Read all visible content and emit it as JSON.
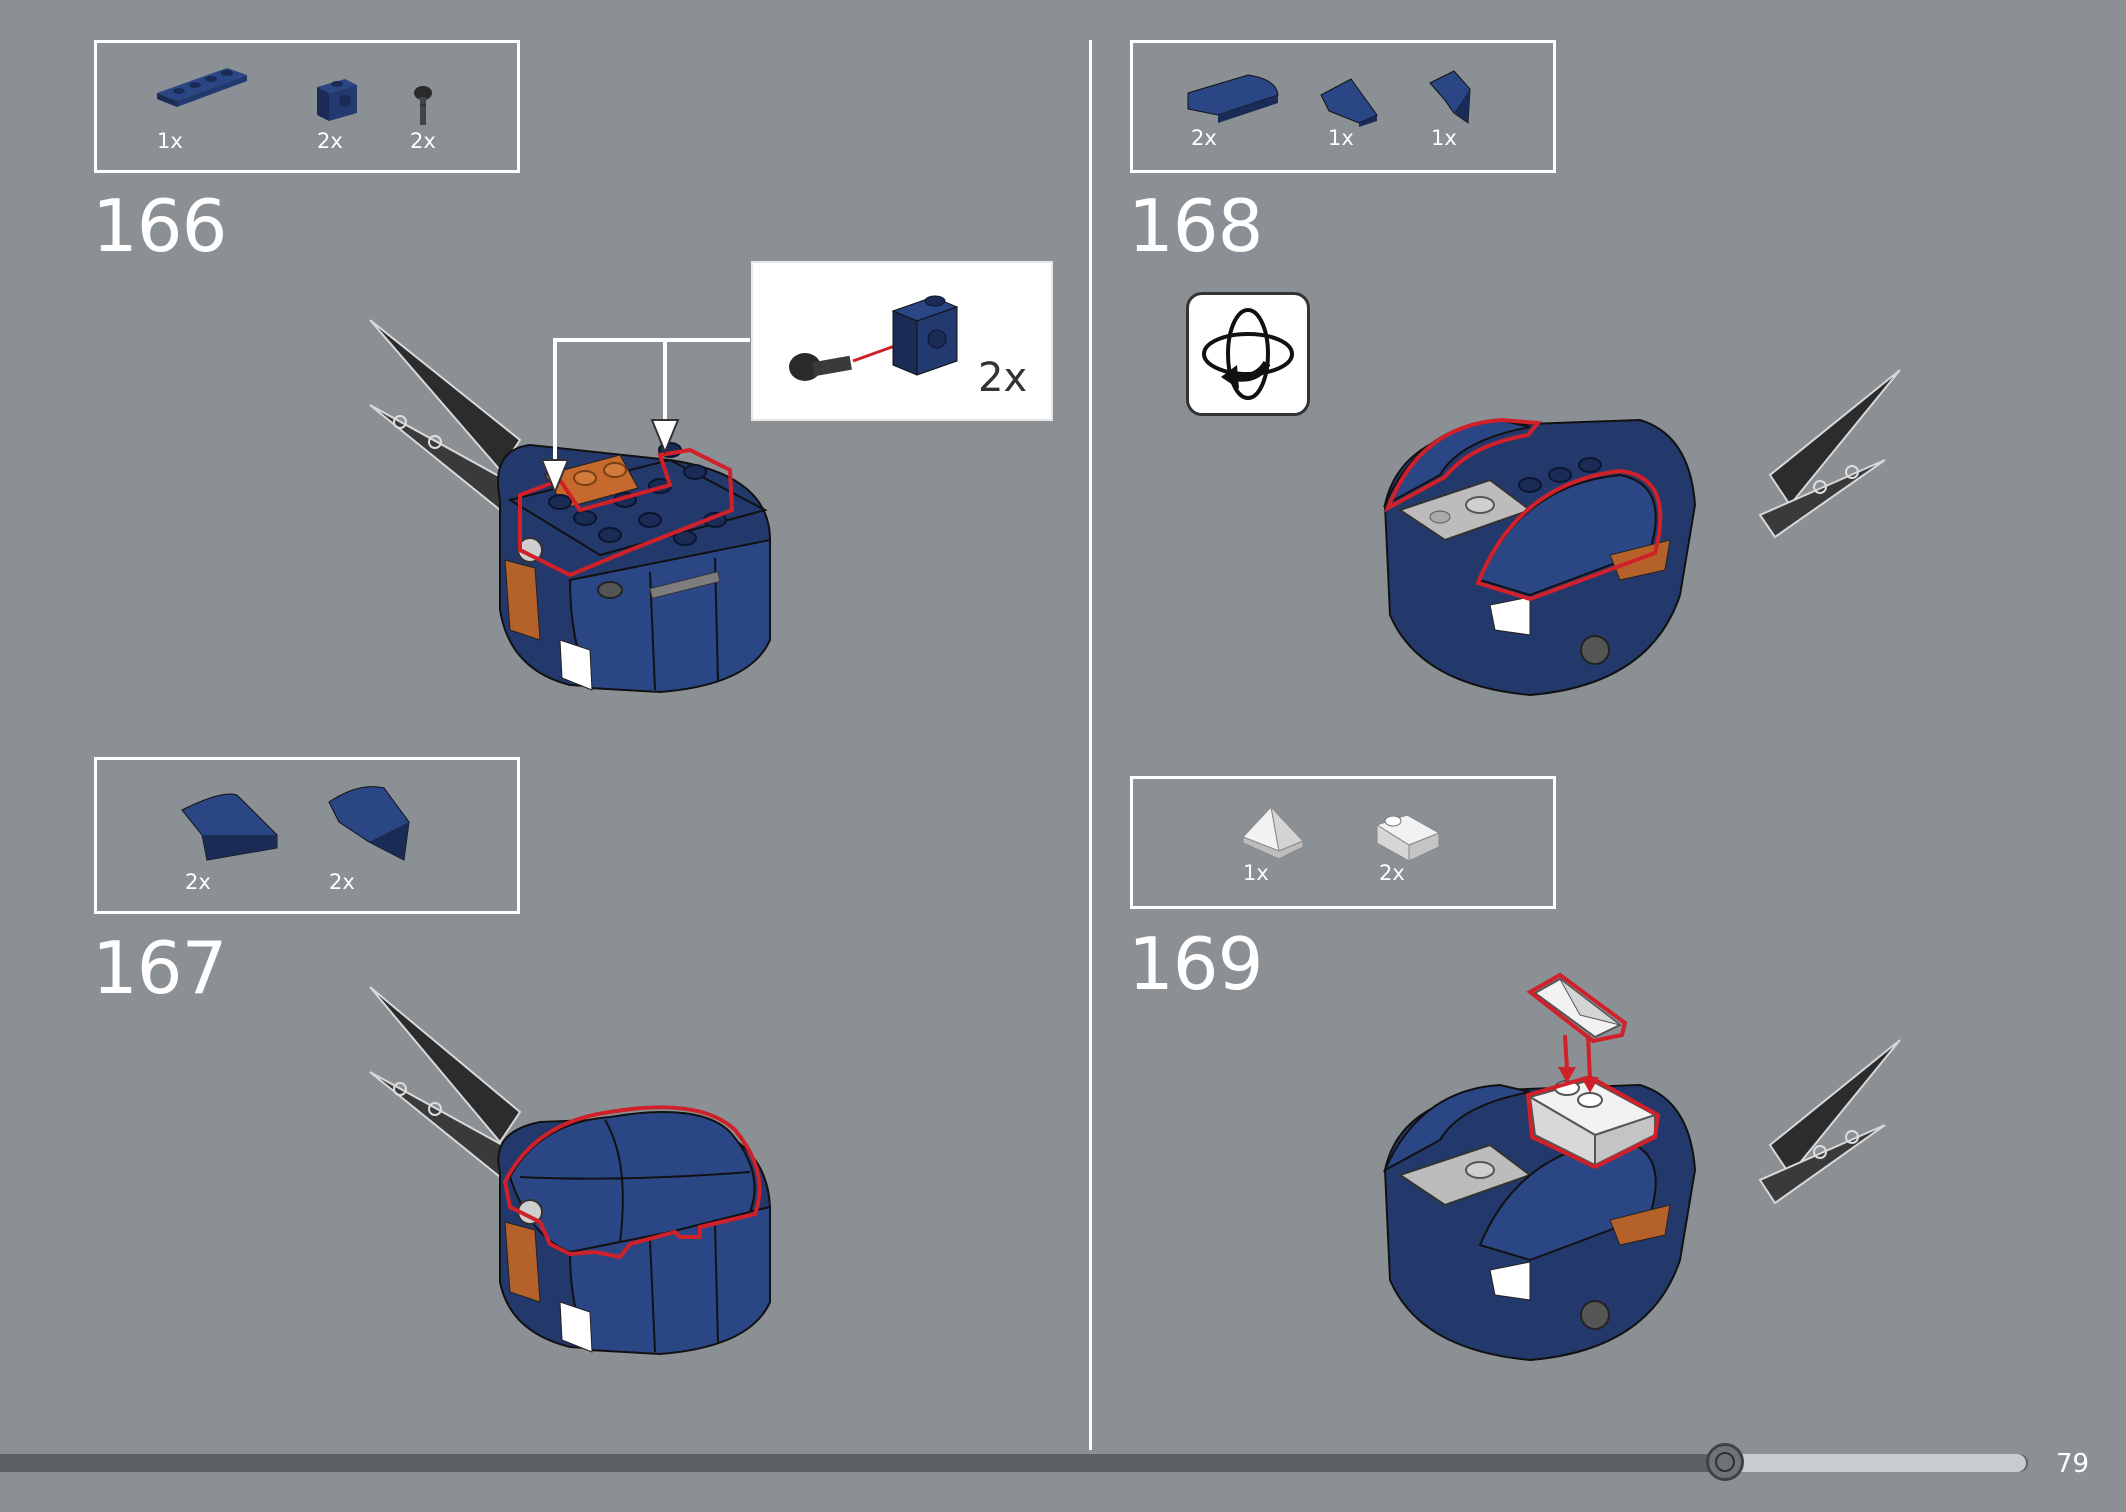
{
  "steps": [
    {
      "number": "166",
      "parts": [
        {
          "qty": "1x",
          "icon": "plate-1x4-blue-icon"
        },
        {
          "qty": "2x",
          "icon": "brick-1x1-with-stud-blue-icon"
        },
        {
          "qty": "2x",
          "icon": "pin-black-icon"
        }
      ],
      "callout_qty": "2x"
    },
    {
      "number": "167",
      "parts": [
        {
          "qty": "2x",
          "icon": "curved-slope-blue-icon"
        },
        {
          "qty": "2x",
          "icon": "curved-slope-blue-icon"
        }
      ]
    },
    {
      "number": "168",
      "parts": [
        {
          "qty": "2x",
          "icon": "curved-slope-long-blue-icon"
        },
        {
          "qty": "1x",
          "icon": "wedge-blue-icon"
        },
        {
          "qty": "1x",
          "icon": "wedge-blue-icon"
        }
      ],
      "rotate_icon": "rotate-model-icon"
    },
    {
      "number": "169",
      "parts": [
        {
          "qty": "1x",
          "icon": "pyramid-slope-white-icon"
        },
        {
          "qty": "2x",
          "icon": "cheese-slope-white-icon"
        }
      ]
    }
  ],
  "page_number": "79",
  "progress": 0.81,
  "colors": {
    "background": "#8a9094",
    "brick_blue": "#23386b",
    "highlight_red": "#d0202a",
    "brick_orange": "#c56a2c",
    "white": "#ffffff"
  }
}
